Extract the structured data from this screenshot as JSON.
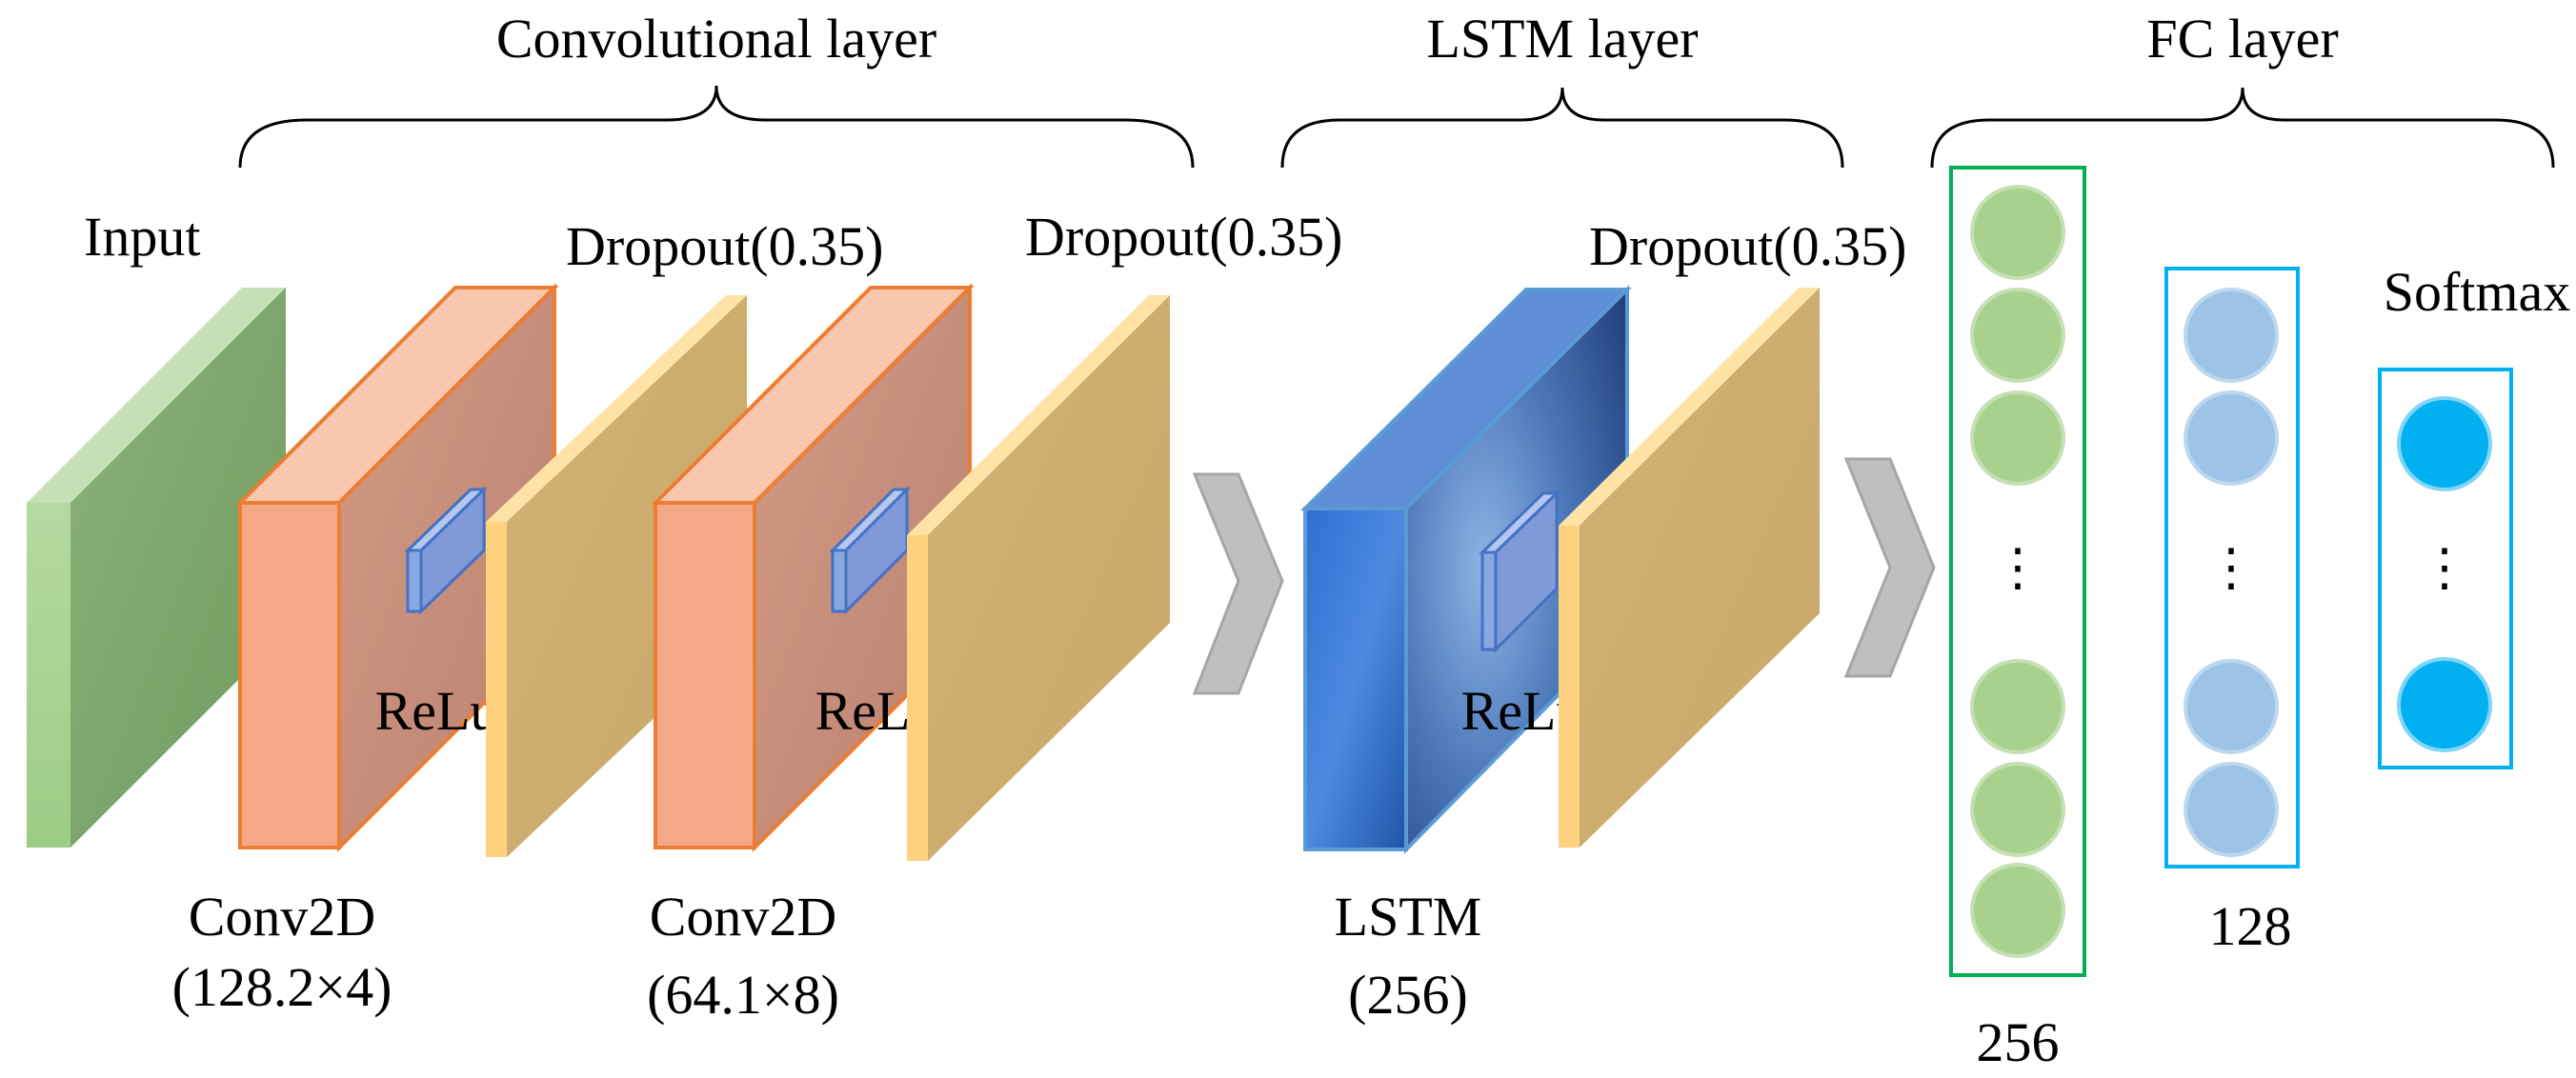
{
  "groups": {
    "conv": "Convolutional layer",
    "lstm": "LSTM layer",
    "fc": "FC layer"
  },
  "labels": {
    "input": "Input",
    "dropout1": "Dropout(0.35)",
    "dropout2": "Dropout(0.35)",
    "dropout3": "Dropout(0.35)",
    "relu1": "ReLu",
    "relu2": "ReLu",
    "relu3": "ReLu",
    "conv1_name": "Conv2D",
    "conv1_shape": "(128.2×4)",
    "conv2_name": "Conv2D",
    "conv2_shape": "(64.1×8)",
    "lstm_name": "LSTM",
    "lstm_units": "(256)",
    "softmax": "Softmax",
    "fc1_units": "256",
    "fc2_units": "128",
    "ellipsis": "⋮"
  },
  "colors": {
    "input": "#8fbf7a",
    "conv": "#f5a885",
    "conv_edge": "#ed7d31",
    "dropout": "#d4b06e",
    "dropout_edge": "#ffd27f",
    "relu": "#8aa8e0",
    "lstm": "#2f5a9c",
    "arrow": "#bfbfbf",
    "fc1_node": "#a9d18e",
    "fc1_box": "#00b050",
    "fc2_node": "#9dc3e6",
    "fc2_box": "#00b0f0",
    "softmax_node": "#00b0f0"
  }
}
